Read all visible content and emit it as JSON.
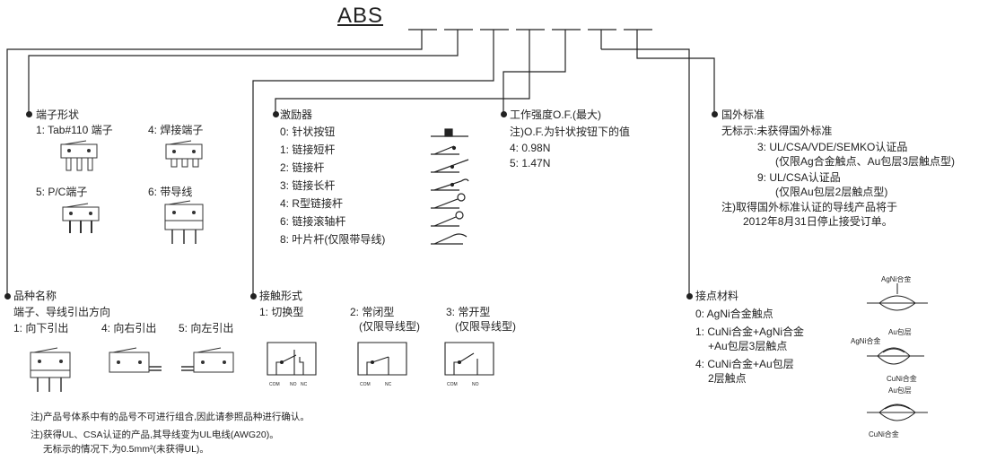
{
  "code": "ABS",
  "terminal": {
    "title": "端子形状",
    "opt1": "1: Tab#110 端子",
    "opt4": "4: 焊接端子",
    "opt5": "5: P/C端子",
    "opt6": "6: 带导线"
  },
  "actuator": {
    "title": "激励器",
    "items": [
      "0: 针状按钮",
      "1: 链接短杆",
      "2: 链接杆",
      "3: 链接长杆",
      "4: R型链接杆",
      "6: 链接滚轴杆",
      "8: 叶片杆(仅限带导线)"
    ]
  },
  "of": {
    "title": "工作强度O.F.(最大)",
    "note": "注)O.F.为针状按钮下的值",
    "v4": "4: 0.98N",
    "v5": "5: 1.47N"
  },
  "foreign": {
    "title": "国外标准",
    "none": "无标示:未获得国外标准",
    "opt3": "3: UL/CSA/VDE/SEMKO认证品",
    "opt3_note": "(仅限Ag合金触点、Au包层3层触点型)",
    "opt9": "9: UL/CSA认证品",
    "opt9_note": "(仅限Au包层2层触点型)",
    "note1": "注)取得国外标准认证的导线产品将于",
    "note2": "2012年8月31日停止接受订单。"
  },
  "variety": {
    "title": "品种名称",
    "subtitle": "端子、导线引出方向",
    "opt1": "1: 向下引出",
    "opt4": "4: 向右引出",
    "opt5": "5: 向左引出"
  },
  "contact_form": {
    "title": "接触形式",
    "opt1": "1: 切换型",
    "opt2": "2: 常闭型",
    "opt2_note": "(仅限导线型)",
    "opt3": "3: 常开型",
    "opt3_note": "(仅限导线型)",
    "com": "COM",
    "nc": "NC",
    "no": "NO"
  },
  "contact_material": {
    "title": "接点材料",
    "m0": "0: AgNi合金触点",
    "m1a": "1: CuNi合金+AgNi合金",
    "m1b": "+Au包层3层触点",
    "m4a": "4: CuNi合金+Au包层",
    "m4b": "2层触点",
    "d1_label": "AgNi合金",
    "d2_top": "Au包层",
    "d2_left": "AgNi合金",
    "d2_bottom": "CuNi合金",
    "d3_top": "Au包层",
    "d3_bottom": "CuNi合金"
  },
  "notes": [
    "注)产品号体系中有的品号不可进行组合,因此请参照品种进行确认。",
    "注)获得UL、CSA认证的产品,其导线变为UL电线(AWG20)。",
    "无标示的情况下,为0.5mm²(未获得UL)。"
  ]
}
